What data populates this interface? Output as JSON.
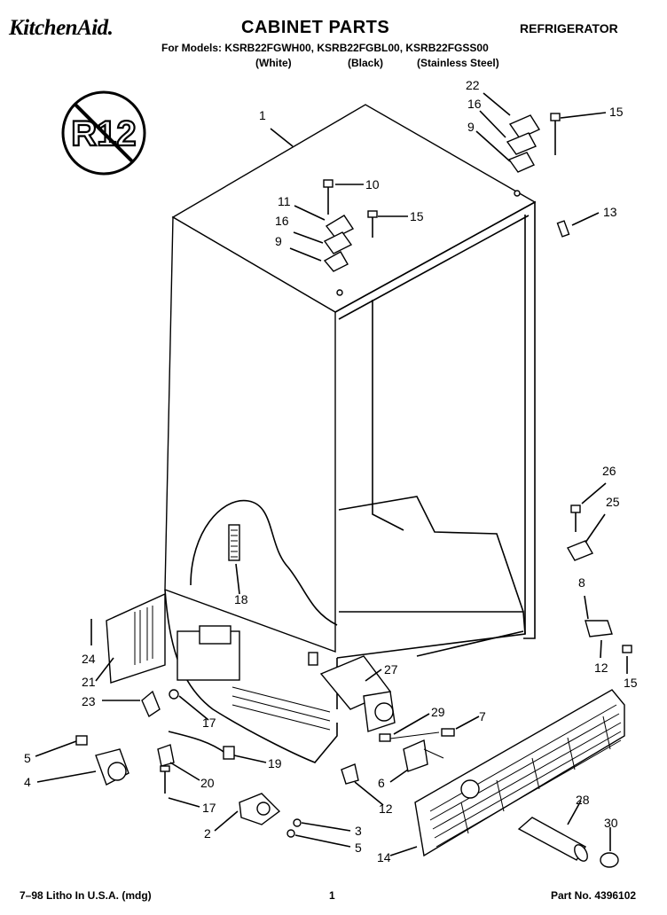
{
  "header": {
    "brand": "KitchenAid.",
    "title": "CABINET PARTS",
    "category": "REFRIGERATOR",
    "models_line": "For Models: KSRB22FGWH00, KSRB22FGBL00, KSRB22FGSS00",
    "variants": [
      "(White)",
      "(Black)",
      "(Stainless Steel)"
    ]
  },
  "badge": {
    "text": "R12"
  },
  "callouts": [
    "1",
    "22",
    "15",
    "16",
    "9",
    "10",
    "11",
    "16",
    "15",
    "9",
    "13",
    "26",
    "25",
    "18",
    "8",
    "27",
    "24",
    "21",
    "23",
    "17",
    "12",
    "15",
    "29",
    "7",
    "5",
    "4",
    "19",
    "20",
    "6",
    "17",
    "28",
    "12",
    "2",
    "3",
    "5",
    "30",
    "14"
  ],
  "footer": {
    "left": "7–98 Litho In U.S.A. (mdg)",
    "page": "1",
    "part_no": "Part No. 4396102"
  }
}
